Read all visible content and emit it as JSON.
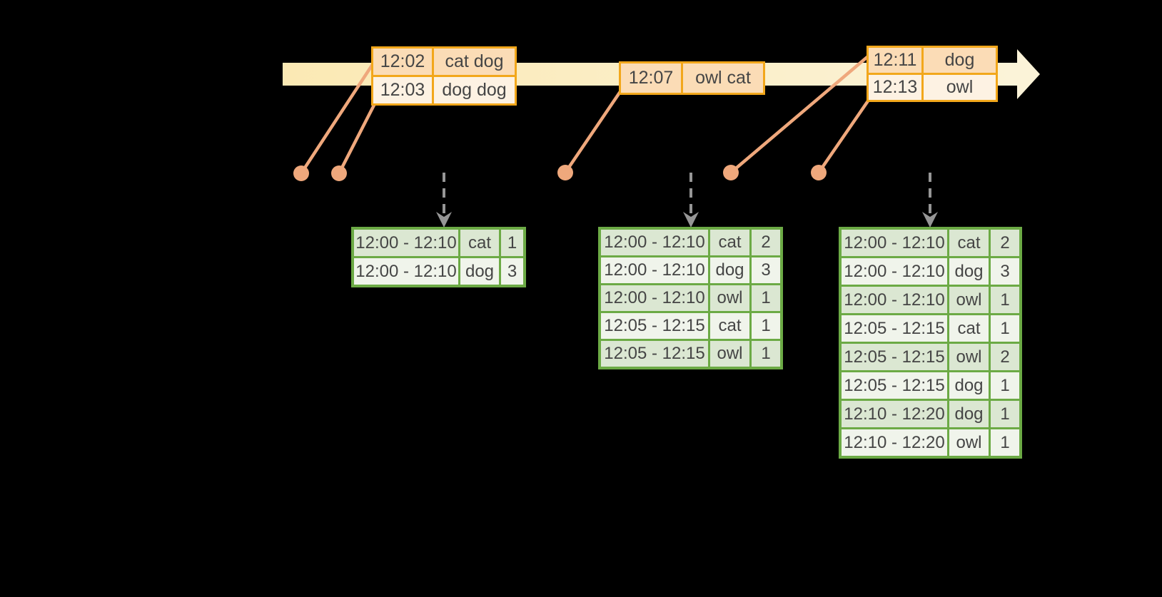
{
  "colors": {
    "background": "#000000",
    "timeline_band_start": "#FBE9B4",
    "timeline_band_end": "#FBF3D8",
    "event_table_border": "#F2A71B",
    "event_row_primary_bg": "#FBDCB6",
    "event_row_secondary_bg": "#FDF2E3",
    "connector": "#EFA87C",
    "dashed_arrow": "#969696",
    "result_table_border": "#6CAA45",
    "result_row_odd_bg": "#DBE7D2",
    "result_row_even_bg": "#F0F4EB",
    "text": "#454545"
  },
  "timeline": {
    "event_tables": [
      {
        "rows": [
          {
            "time": "12:02",
            "words": "cat dog"
          },
          {
            "time": "12:03",
            "words": "dog dog"
          }
        ]
      },
      {
        "rows": [
          {
            "time": "12:07",
            "words": "owl cat"
          }
        ]
      },
      {
        "rows": [
          {
            "time": "12:11",
            "words": "dog"
          },
          {
            "time": "12:13",
            "words": "owl"
          }
        ]
      }
    ]
  },
  "result_tables": [
    {
      "rows": [
        {
          "window": "12:00 - 12:10",
          "word": "cat",
          "count": "1"
        },
        {
          "window": "12:00 - 12:10",
          "word": "dog",
          "count": "3"
        }
      ]
    },
    {
      "rows": [
        {
          "window": "12:00 - 12:10",
          "word": "cat",
          "count": "2"
        },
        {
          "window": "12:00 - 12:10",
          "word": "dog",
          "count": "3"
        },
        {
          "window": "12:00 - 12:10",
          "word": "owl",
          "count": "1"
        },
        {
          "window": "12:05 - 12:15",
          "word": "cat",
          "count": "1"
        },
        {
          "window": "12:05 - 12:15",
          "word": "owl",
          "count": "1"
        }
      ]
    },
    {
      "rows": [
        {
          "window": "12:00 - 12:10",
          "word": "cat",
          "count": "2"
        },
        {
          "window": "12:00 - 12:10",
          "word": "dog",
          "count": "3"
        },
        {
          "window": "12:00 - 12:10",
          "word": "owl",
          "count": "1"
        },
        {
          "window": "12:05 - 12:15",
          "word": "cat",
          "count": "1"
        },
        {
          "window": "12:05 - 12:15",
          "word": "owl",
          "count": "2"
        },
        {
          "window": "12:05 - 12:15",
          "word": "dog",
          "count": "1"
        },
        {
          "window": "12:10 - 12:20",
          "word": "dog",
          "count": "1"
        },
        {
          "window": "12:10 - 12:20",
          "word": "owl",
          "count": "1"
        }
      ]
    }
  ]
}
